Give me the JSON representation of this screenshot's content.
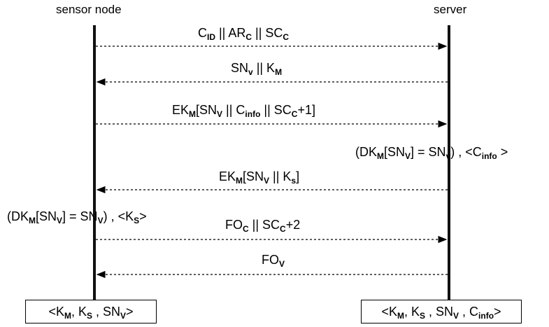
{
  "actors": {
    "left": "sensor node",
    "right": "server"
  },
  "messages": [
    {
      "direction": "right",
      "parts": [
        "C",
        "ID",
        " || AR",
        "C",
        " || SC",
        "C"
      ]
    },
    {
      "direction": "left",
      "parts": [
        "SN",
        "v",
        " || K",
        "M"
      ]
    },
    {
      "direction": "right",
      "parts": [
        "EK",
        "M",
        "[SN",
        "V",
        " || C",
        "info",
        " || SC",
        "C",
        "+1]"
      ]
    },
    {
      "direction": "left",
      "parts": [
        "EK",
        "M",
        "[SN",
        "V",
        " || K",
        "s",
        "]"
      ]
    },
    {
      "direction": "right",
      "parts": [
        "FO",
        "C",
        " || SC",
        "C",
        "+2"
      ]
    },
    {
      "direction": "left",
      "parts": [
        "FO",
        "V"
      ]
    }
  ],
  "notes": {
    "server_check": [
      "(DK",
      "M",
      "[SN",
      "V",
      "] = SN",
      "v",
      ") , <C",
      "info",
      " >"
    ],
    "sensor_check": [
      "(DK",
      "M",
      "[SN",
      "V",
      "] = SN",
      "V",
      ") , <K",
      "S",
      ">"
    ]
  },
  "boxes": {
    "left": [
      "<K",
      "M",
      ", K",
      "S",
      " , SN",
      "V",
      ">"
    ],
    "right": [
      "<K",
      "M",
      ", K",
      "S",
      " , SN",
      "V",
      " , C",
      "info",
      ">"
    ]
  }
}
